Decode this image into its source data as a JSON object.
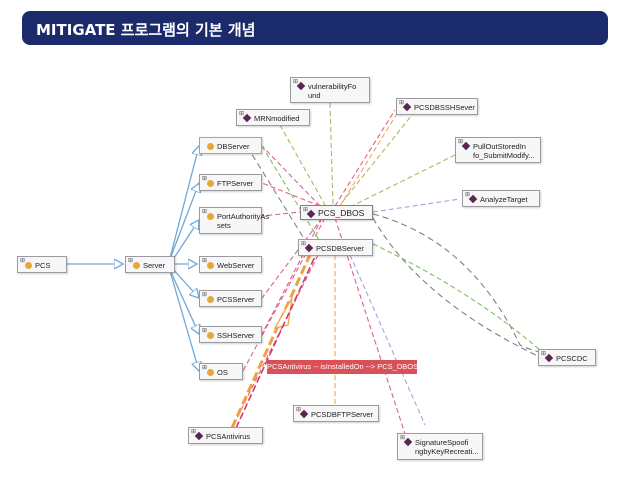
{
  "header": {
    "title": "MITIGATE 프로그램의 기본 개념"
  },
  "graph": {
    "nodes": {
      "pcs": "PCS",
      "server": "Server",
      "dbserver": "DBServer",
      "ftpserver": "FTPServer",
      "portauth": "PortAuthorityAs sets",
      "webserver": "WebServer",
      "pcsserver": "PCSServer",
      "sshserver": "SSHServer",
      "os": "OS",
      "pcsantivirus": "PCSAntivirus",
      "pcs_dbos": "PCS_DBOS",
      "pcsdbserver": "PCSDBServer",
      "vulnerability": "vulnerabilityFo und",
      "mrn": "MRNmodified",
      "pcsdbssh": "PCSDBSSHSever",
      "pullout": "PullOutStoredIn fo_SubmitModify...",
      "analyze": "AnalyzeTarget",
      "pcscdc": "PCSCDC",
      "pcsdbftp": "PCSDBFTPServer",
      "signature": "SignatureSpoofi ngbyKeyRecreati..."
    },
    "edge_label": "PCSAntivirus -- isInstalledOn --> PCS_DBOS",
    "colors": {
      "banner": "#1b2a6b",
      "class_dot": "#e3a83a",
      "individual": "#5a2550",
      "highlight": "#d95057"
    }
  }
}
